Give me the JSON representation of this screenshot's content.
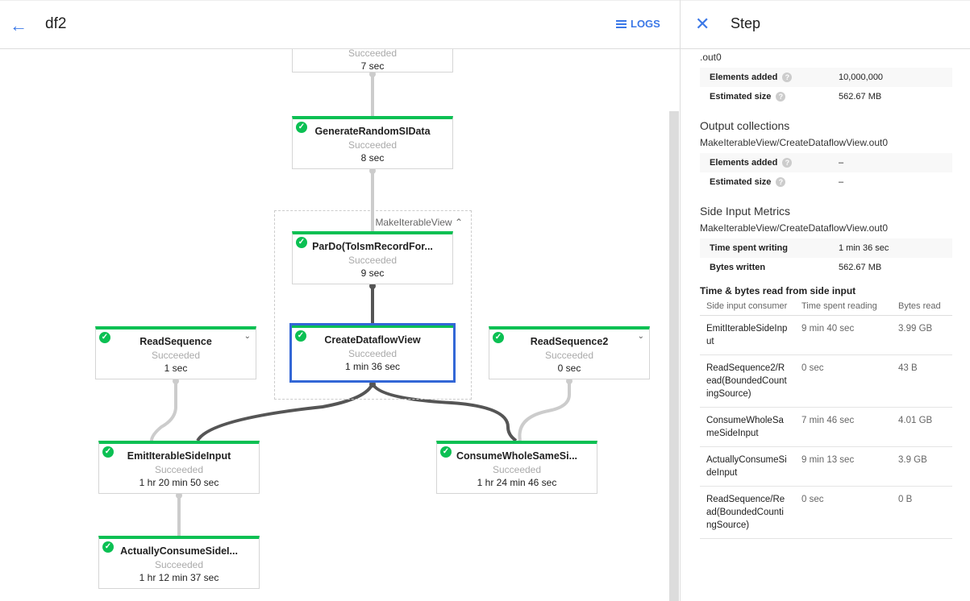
{
  "header": {
    "title": "df2",
    "logs_label": "LOGS"
  },
  "graph": {
    "group_label": "MakeIterableView",
    "nodes": [
      {
        "name": "",
        "status": "Succeeded",
        "duration": "7 sec"
      },
      {
        "name": "GenerateRandomSIData",
        "status": "Succeeded",
        "duration": "8 sec"
      },
      {
        "name": "ParDo(ToIsmRecordFor...",
        "status": "Succeeded",
        "duration": "9 sec"
      },
      {
        "name": "CreateDataflowView",
        "status": "Succeeded",
        "duration": "1 min 36 sec"
      },
      {
        "name": "ReadSequence",
        "status": "Succeeded",
        "duration": "1 sec"
      },
      {
        "name": "ReadSequence2",
        "status": "Succeeded",
        "duration": "0 sec"
      },
      {
        "name": "EmitIterableSideInput",
        "status": "Succeeded",
        "duration": "1 hr 20 min 50 sec"
      },
      {
        "name": "ConsumeWholeSameSi...",
        "status": "Succeeded",
        "duration": "1 hr 24 min 46 sec"
      },
      {
        "name": "ActuallyConsumeSideI...",
        "status": "Succeeded",
        "duration": "1 hr 12 min 37 sec"
      }
    ],
    "colors": {
      "success": "#0bc053",
      "selected": "#3367d6"
    }
  },
  "panel": {
    "title": "Step",
    "cut_text": ".out0",
    "input_metrics": [
      {
        "k": "Elements added",
        "v": "10,000,000"
      },
      {
        "k": "Estimated size",
        "v": "562.67 MB"
      }
    ],
    "output_heading": "Output collections",
    "output_name": "MakeIterableView/CreateDataflowView.out0",
    "output_metrics": [
      {
        "k": "Elements added",
        "v": "–"
      },
      {
        "k": "Estimated size",
        "v": "–"
      }
    ],
    "side_heading": "Side Input Metrics",
    "side_name": "MakeIterableView/CreateDataflowView.out0",
    "side_metrics": [
      {
        "k": "Time spent writing",
        "v": "1 min 36 sec"
      },
      {
        "k": "Bytes written",
        "v": "562.67 MB"
      }
    ],
    "read_heading": "Time & bytes read from side input",
    "columns": [
      "Side input consumer",
      "Time spent reading",
      "Bytes read"
    ],
    "rows": [
      [
        "EmitIterableSideInput",
        "9 min 40 sec",
        "3.99 GB"
      ],
      [
        "ReadSequence2/Read(BoundedCountingSource)",
        "0 sec",
        "43 B"
      ],
      [
        "ConsumeWholeSameSideInput",
        "7 min 46 sec",
        "4.01 GB"
      ],
      [
        "ActuallyConsumeSideInput",
        "9 min 13 sec",
        "3.9 GB"
      ],
      [
        "ReadSequence/Read(BoundedCountingSource)",
        "0 sec",
        "0 B"
      ]
    ]
  }
}
